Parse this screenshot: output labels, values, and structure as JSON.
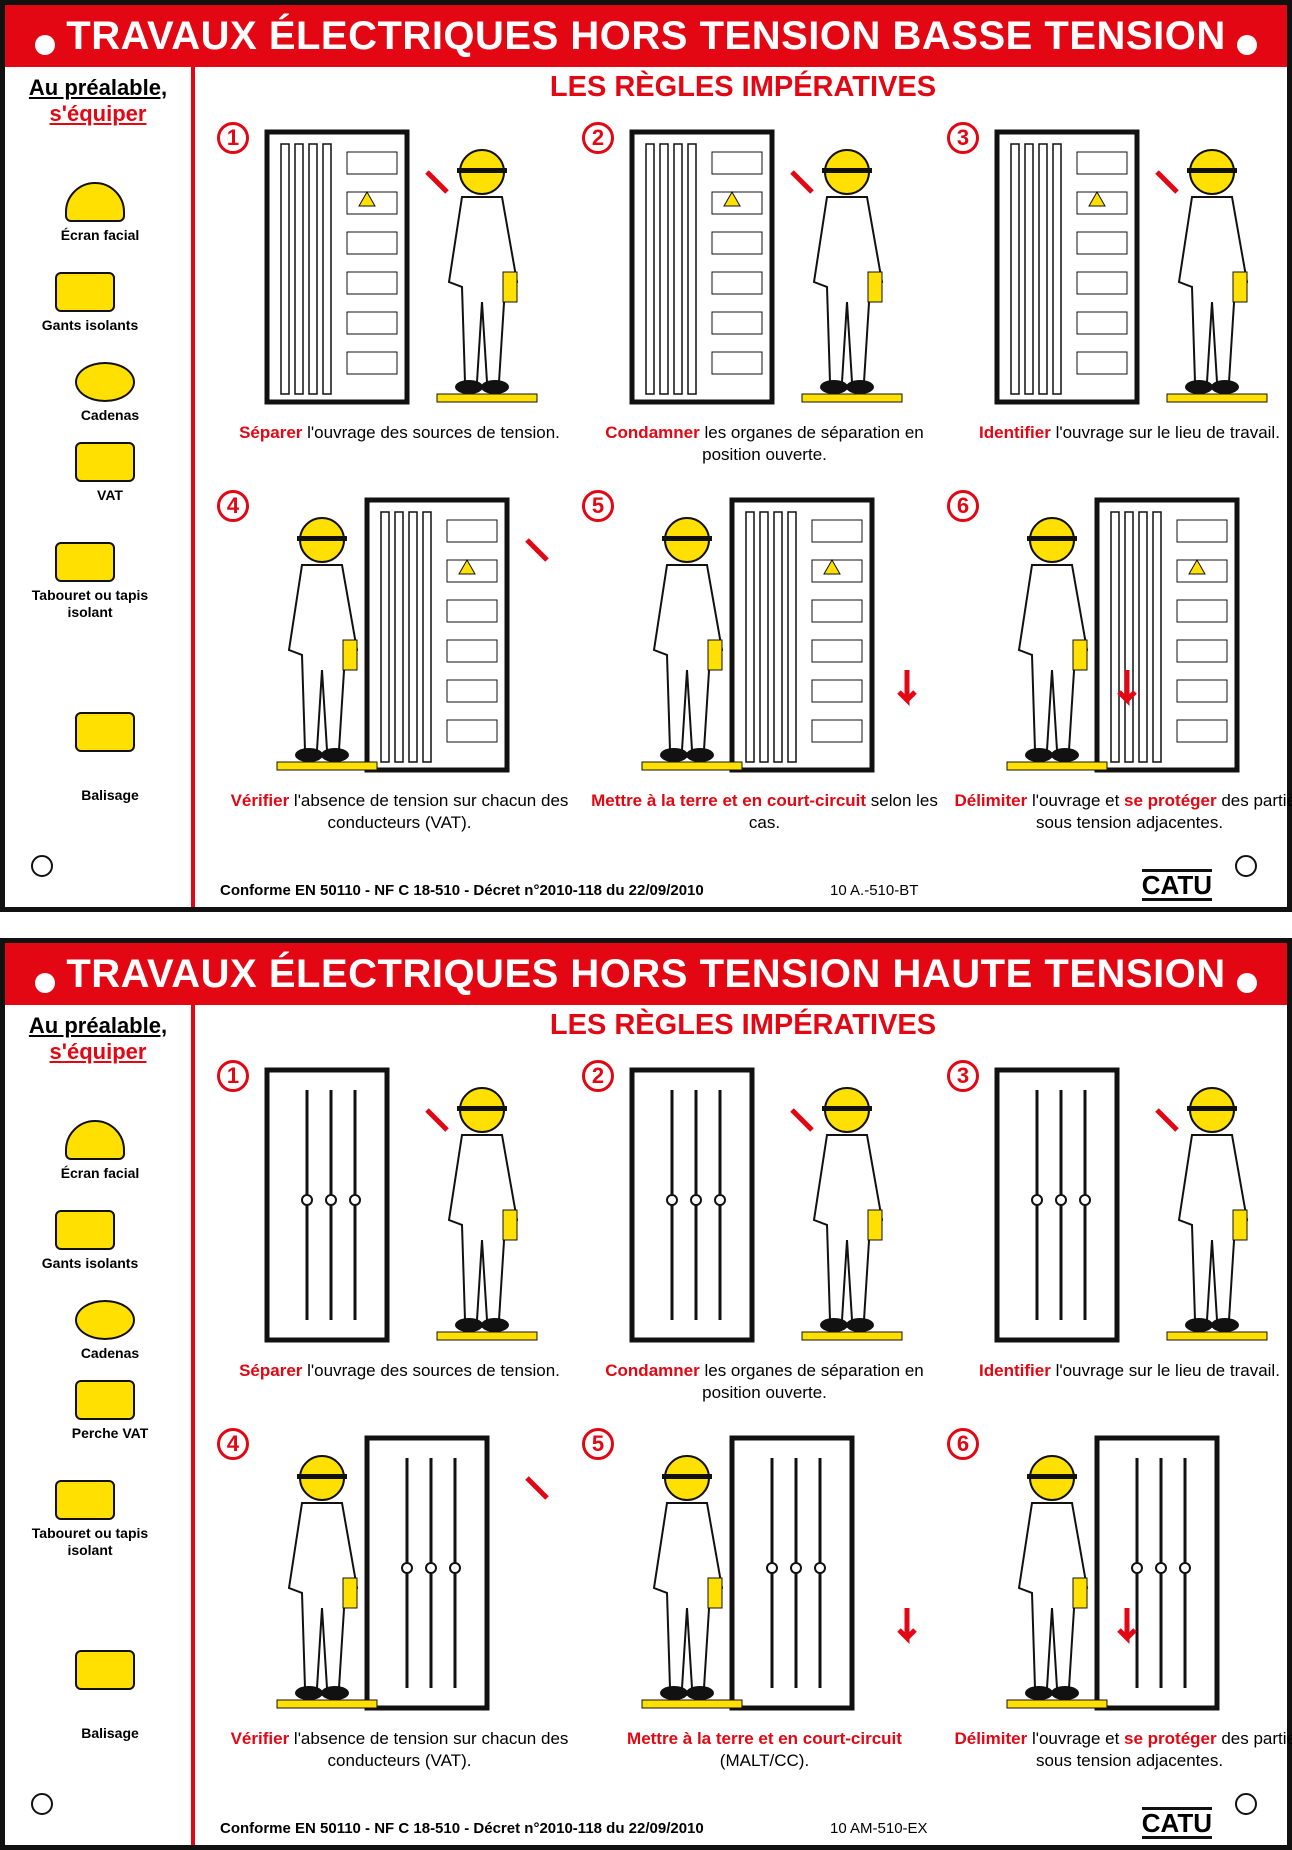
{
  "colors": {
    "red": "#e30613",
    "yellow": "#ffe000"
  },
  "panels": [
    {
      "title": "TRAVAUX ÉLECTRIQUES HORS TENSION BASSE TENSION",
      "side": {
        "heading": "Au préalable,",
        "sub": "s'équiper",
        "items": [
          {
            "label": "Écran facial",
            "icon": "face-shield-icon"
          },
          {
            "label": "Gants isolants",
            "icon": "gloves-icon"
          },
          {
            "label": "Cadenas",
            "icon": "padlock-icon"
          },
          {
            "label": "VAT",
            "icon": "voltage-tester-icon"
          },
          {
            "label": "Tabouret ou tapis isolant",
            "icon": "insulating-mat-icon"
          },
          {
            "label": "Balisage",
            "icon": "barrier-chain-icon"
          }
        ]
      },
      "rules": "LES RÈGLES IMPÉRATIVES",
      "steps": [
        {
          "n": "1",
          "bold": "Séparer",
          "text": " l'ouvrage des sources de tension.",
          "bold2": "",
          "text2": ""
        },
        {
          "n": "2",
          "bold": "Condamner",
          "text": " les organes de séparation en position ouverte.",
          "bold2": "",
          "text2": ""
        },
        {
          "n": "3",
          "bold": "Identifier",
          "text": " l'ouvrage sur le lieu de travail.",
          "bold2": "",
          "text2": ""
        },
        {
          "n": "4",
          "bold": "Vérifier",
          "text": " l'absence de tension sur chacun des conducteurs (VAT).",
          "bold2": "",
          "text2": ""
        },
        {
          "n": "5",
          "bold": "Mettre à la terre et en court-circuit",
          "text": " selon les cas.",
          "bold2": "",
          "text2": ""
        },
        {
          "n": "6",
          "bold": "Délimiter",
          "text": " l'ouvrage et ",
          "bold2": "se protéger",
          "text2": " des parties sous tension adjacentes."
        }
      ],
      "footer": "Conforme EN 50110 - NF C 18-510 - Décret n°2010-118 du 22/09/2010",
      "code": "10  A.-510-BT",
      "logo": "CATU"
    },
    {
      "title": "TRAVAUX ÉLECTRIQUES HORS TENSION HAUTE TENSION",
      "side": {
        "heading": "Au préalable,",
        "sub": "s'équiper",
        "items": [
          {
            "label": "Écran facial",
            "icon": "face-shield-icon"
          },
          {
            "label": "Gants isolants",
            "icon": "gloves-icon"
          },
          {
            "label": "Cadenas",
            "icon": "padlock-icon"
          },
          {
            "label": "Perche VAT",
            "icon": "voltage-pole-icon"
          },
          {
            "label": "Tabouret ou tapis isolant",
            "icon": "insulating-stool-icon"
          },
          {
            "label": "Balisage",
            "icon": "barrier-chain-icon"
          }
        ]
      },
      "rules": "LES RÈGLES IMPÉRATIVES",
      "steps": [
        {
          "n": "1",
          "bold": "Séparer",
          "text": " l'ouvrage des sources de tension.",
          "bold2": "",
          "text2": ""
        },
        {
          "n": "2",
          "bold": "Condamner",
          "text": " les organes de séparation en position ouverte.",
          "bold2": "",
          "text2": ""
        },
        {
          "n": "3",
          "bold": "Identifier",
          "text": " l'ouvrage sur le lieu de travail.",
          "bold2": "",
          "text2": ""
        },
        {
          "n": "4",
          "bold": "Vérifier",
          "text": " l'absence de tension sur chacun des conducteurs (VAT).",
          "bold2": "",
          "text2": ""
        },
        {
          "n": "5",
          "bold": "Mettre à la terre et en court-circuit",
          "text": " (MALT/CC).",
          "bold2": "",
          "text2": ""
        },
        {
          "n": "6",
          "bold": "Délimiter",
          "text": " l'ouvrage et ",
          "bold2": "se protéger",
          "text2": " des parties sous tension adjacentes."
        }
      ],
      "footer": "Conforme EN 50110 - NF C 18-510 - Décret n°2010-118 du 22/09/2010",
      "code": "10  AM-510-EX",
      "logo": "CATU"
    }
  ]
}
